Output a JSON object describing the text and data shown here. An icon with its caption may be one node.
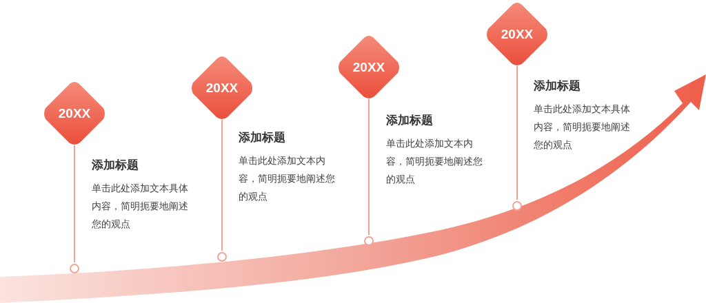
{
  "diagram": {
    "nodes": [
      {
        "text": [
          "20XX"
        ],
        "beside": [
          "添加标题",
          "单击此处添加文本具体内容，简明扼要地阐述您的观点"
        ]
      },
      {
        "text": [],
        "shape": "circle"
      },
      {
        "text": [
          "20XX"
        ],
        "beside": [
          "添加标题",
          "单击此处添加文本内容，简明扼要地阐述您的观点"
        ]
      },
      {
        "text": [],
        "shape": "circle"
      },
      {
        "text": [
          "20XX"
        ],
        "beside": [
          "添加标题",
          "单击此处添加文本内容，简明扼要地阐述您的观点"
        ]
      },
      {
        "text": [],
        "shape": "circle"
      },
      {
        "text": [
          "20XX"
        ],
        "beside": [
          "添加标题",
          "单击此处添加文本具体内容，简明扼要地阐述您的观点"
        ]
      },
      {
        "text": [],
        "shape": "circle"
      }
    ],
    "edges": [
      {
        "from": 0,
        "to": 1,
        "arrow": "none"
      },
      {
        "from": 2,
        "to": 3,
        "arrow": "none"
      },
      {
        "from": 4,
        "to": 5,
        "arrow": "none"
      },
      {
        "from": 6,
        "to": 7,
        "arrow": "none"
      }
    ]
  }
}
